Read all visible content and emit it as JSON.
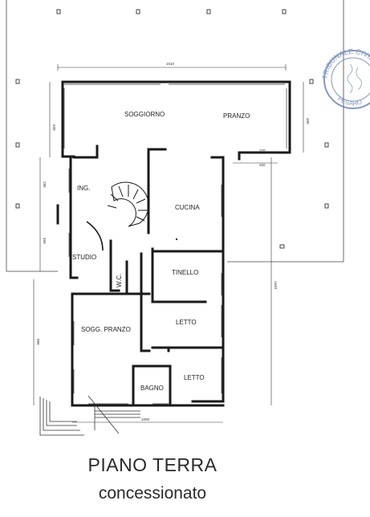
{
  "caption": {
    "title": "PIANO TERRA",
    "subtitle": "concessionato"
  },
  "rooms": {
    "soggiorno": "SOGGIORNO",
    "pranzo": "PRANZO",
    "ingresso": "ING.",
    "cucina": "CUCINA",
    "studio": "STUDIO",
    "wc": "W.C.",
    "tinello": "TINELLO",
    "sogg_pranzo": "SOGG. PRANZO",
    "letto_1": "LETTO",
    "letto_2": "LETTO",
    "bagno": "BAGNO"
  },
  "dimensions": {
    "top_width": "1510",
    "left_top": "530",
    "right_top": "480",
    "right_small_a": "320",
    "right_small_b": "320",
    "left_middle_a": "290",
    "left_middle_b": "460",
    "left_bottom": "880",
    "right_full": "1640",
    "bottom_width": "1000"
  },
  "stamp": {
    "text_top": "TRIBUNALE CIVILE",
    "text_bottom": "PESARO"
  }
}
